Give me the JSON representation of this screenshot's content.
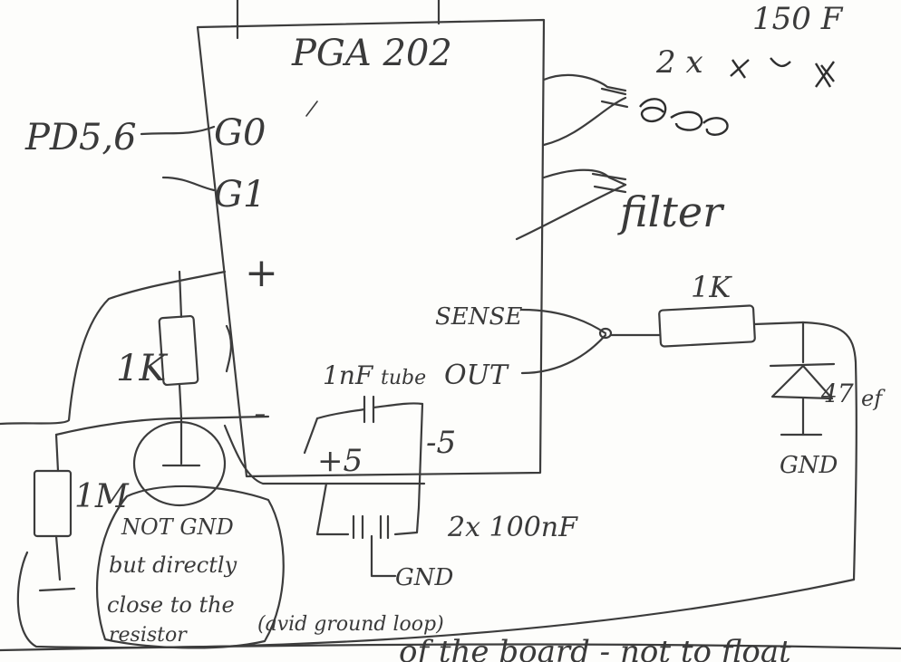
{
  "ic_label": "PGA 202",
  "pins": {
    "g0": "G0",
    "g1": "G1",
    "plus": "+",
    "minus": "-",
    "sense": "SENSE",
    "out": "OUT",
    "vplus": "+5",
    "vminus": "-5"
  },
  "port_label": "PD5,6",
  "cap_top": {
    "count": "2 x",
    "value": "150 F"
  },
  "filter_label": "filter",
  "r_left": "1K",
  "r_right": "1K",
  "r_bleed": "1M",
  "cap_mid": "1nF",
  "cap_mid_note": "tube",
  "diode_value": "47",
  "diode_unit": "ef",
  "gnd_diode": "GND",
  "cap_decoupling": "2x 100nF",
  "gnd_decoupling": "GND",
  "note_lines": [
    "NOT GND",
    "but directly",
    "close to the",
    "resistor"
  ],
  "note_loop": "(avid ground loop)",
  "bottom_note": "of the board - not to float"
}
